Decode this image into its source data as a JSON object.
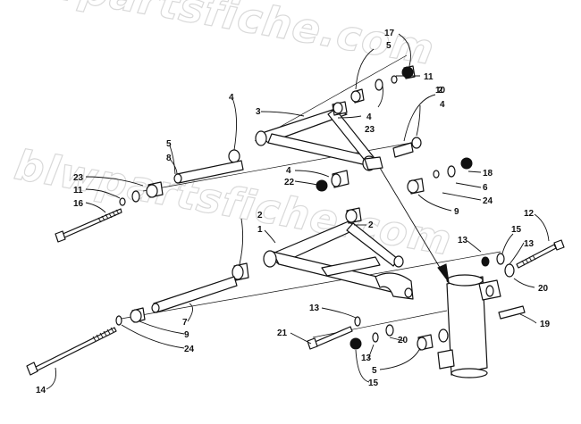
{
  "watermark": "blwpartsfiche.com",
  "callouts": [
    {
      "id": "c17a",
      "text": "17"
    },
    {
      "id": "c5a",
      "text": "5"
    },
    {
      "id": "c11a",
      "text": "11"
    },
    {
      "id": "c2a",
      "text": "2"
    },
    {
      "id": "c10",
      "text": "10"
    },
    {
      "id": "c4a",
      "text": "4"
    },
    {
      "id": "c4b",
      "text": "4"
    },
    {
      "id": "c3",
      "text": "3"
    },
    {
      "id": "c4c",
      "text": "4"
    },
    {
      "id": "c23a",
      "text": "23"
    },
    {
      "id": "c5b",
      "text": "5"
    },
    {
      "id": "c8",
      "text": "8"
    },
    {
      "id": "c4d",
      "text": "4"
    },
    {
      "id": "c22",
      "text": "22"
    },
    {
      "id": "c18",
      "text": "18"
    },
    {
      "id": "c6",
      "text": "6"
    },
    {
      "id": "c24a",
      "text": "24"
    },
    {
      "id": "c23b",
      "text": "23"
    },
    {
      "id": "c11b",
      "text": "11"
    },
    {
      "id": "c16",
      "text": "16"
    },
    {
      "id": "c9a",
      "text": "9"
    },
    {
      "id": "c2b",
      "text": "2"
    },
    {
      "id": "c2c",
      "text": "2"
    },
    {
      "id": "c1",
      "text": "1"
    },
    {
      "id": "c12",
      "text": "12"
    },
    {
      "id": "c13a",
      "text": "13"
    },
    {
      "id": "c15a",
      "text": "15"
    },
    {
      "id": "c13b",
      "text": "13"
    },
    {
      "id": "c20a",
      "text": "20"
    },
    {
      "id": "c13c",
      "text": "13"
    },
    {
      "id": "c7",
      "text": "7"
    },
    {
      "id": "c19",
      "text": "19"
    },
    {
      "id": "c21",
      "text": "21"
    },
    {
      "id": "c9b",
      "text": "9"
    },
    {
      "id": "c24b",
      "text": "24"
    },
    {
      "id": "c20b",
      "text": "20"
    },
    {
      "id": "c13d",
      "text": "13"
    },
    {
      "id": "c5c",
      "text": "5"
    },
    {
      "id": "c15b",
      "text": "15"
    },
    {
      "id": "c14",
      "text": "14"
    }
  ]
}
